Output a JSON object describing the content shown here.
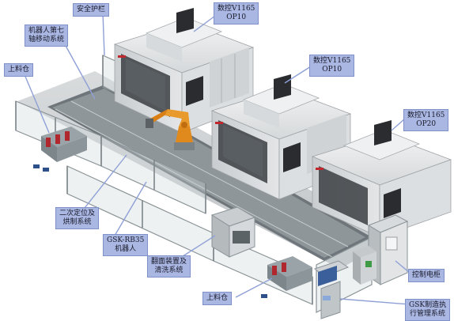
{
  "labels": {
    "safety_fence": "安全护栏",
    "robot_axis": [
      "机器人第七",
      "轴移动系统"
    ],
    "feed_top": "上料仓",
    "cnc1": [
      "数控V1165",
      "OP10"
    ],
    "cnc2": [
      "数控V1165",
      "OP10"
    ],
    "cnc3": [
      "数控V1165",
      "OP20"
    ],
    "positioning": [
      "二次定位及",
      "烘制系统"
    ],
    "robot": [
      "GSK-RB35",
      "机器人"
    ],
    "flip_clean": [
      "翻面装置及",
      "清洗系统"
    ],
    "feed_bottom": "上料仓",
    "control_cabinet": "控制电柜",
    "mes": [
      "GSK制造执",
      "行管理系统"
    ]
  },
  "colors": {
    "label_bg": "#a9b7e2",
    "machine_white": "#e6e8e9",
    "machine_dark": "#2a2c2f",
    "fence": "#9aa3a7",
    "robot_orange": "#e08a1e"
  }
}
